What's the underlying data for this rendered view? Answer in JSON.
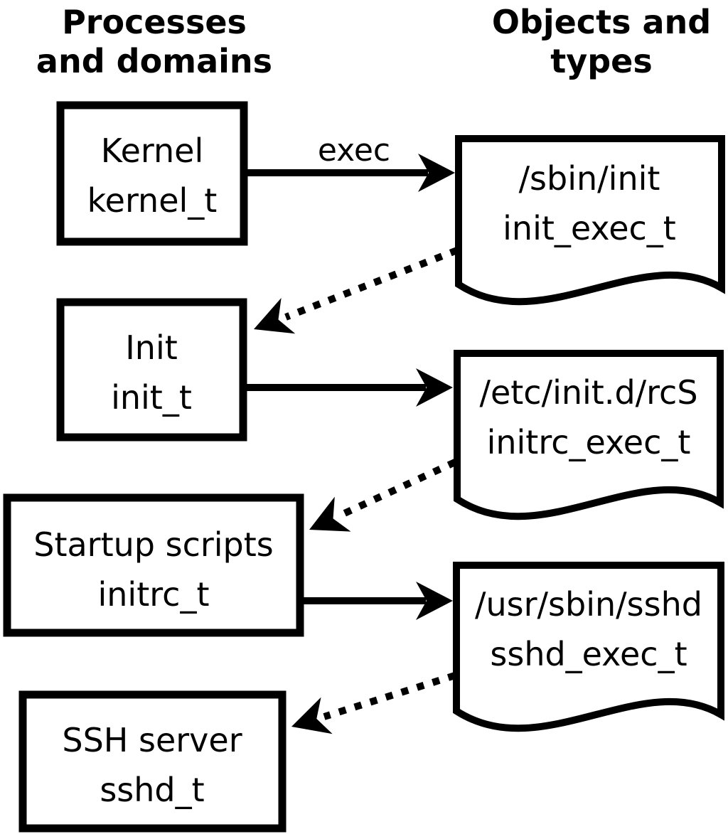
{
  "columns": {
    "left_title_line1": "Processes",
    "left_title_line2": "and domains",
    "right_title_line1": "Objects and",
    "right_title_line2": "types"
  },
  "processes": [
    {
      "label": "Kernel",
      "domain": "kernel_t"
    },
    {
      "label": "Init",
      "domain": "init_t"
    },
    {
      "label": "Startup scripts",
      "domain": "initrc_t"
    },
    {
      "label": "SSH server",
      "domain": "sshd_t"
    }
  ],
  "objects": [
    {
      "path": "/sbin/init",
      "type": "init_exec_t"
    },
    {
      "path": "/etc/init.d/rcS",
      "type": "initrc_exec_t"
    },
    {
      "path": "/usr/sbin/sshd",
      "type": "sshd_exec_t"
    }
  ],
  "labels": {
    "exec": "exec"
  },
  "edges": [
    {
      "from": "kernel_t",
      "to": "init_exec_t",
      "style": "solid",
      "label": "exec"
    },
    {
      "from": "init_exec_t",
      "to": "init_t",
      "style": "dotted",
      "label": ""
    },
    {
      "from": "init_t",
      "to": "initrc_exec_t",
      "style": "solid",
      "label": ""
    },
    {
      "from": "initrc_exec_t",
      "to": "initrc_t",
      "style": "dotted",
      "label": ""
    },
    {
      "from": "initrc_t",
      "to": "sshd_exec_t",
      "style": "solid",
      "label": ""
    },
    {
      "from": "sshd_exec_t",
      "to": "sshd_t",
      "style": "dotted",
      "label": ""
    }
  ],
  "colors": {
    "ink": "#000000",
    "background": "#ffffff"
  }
}
